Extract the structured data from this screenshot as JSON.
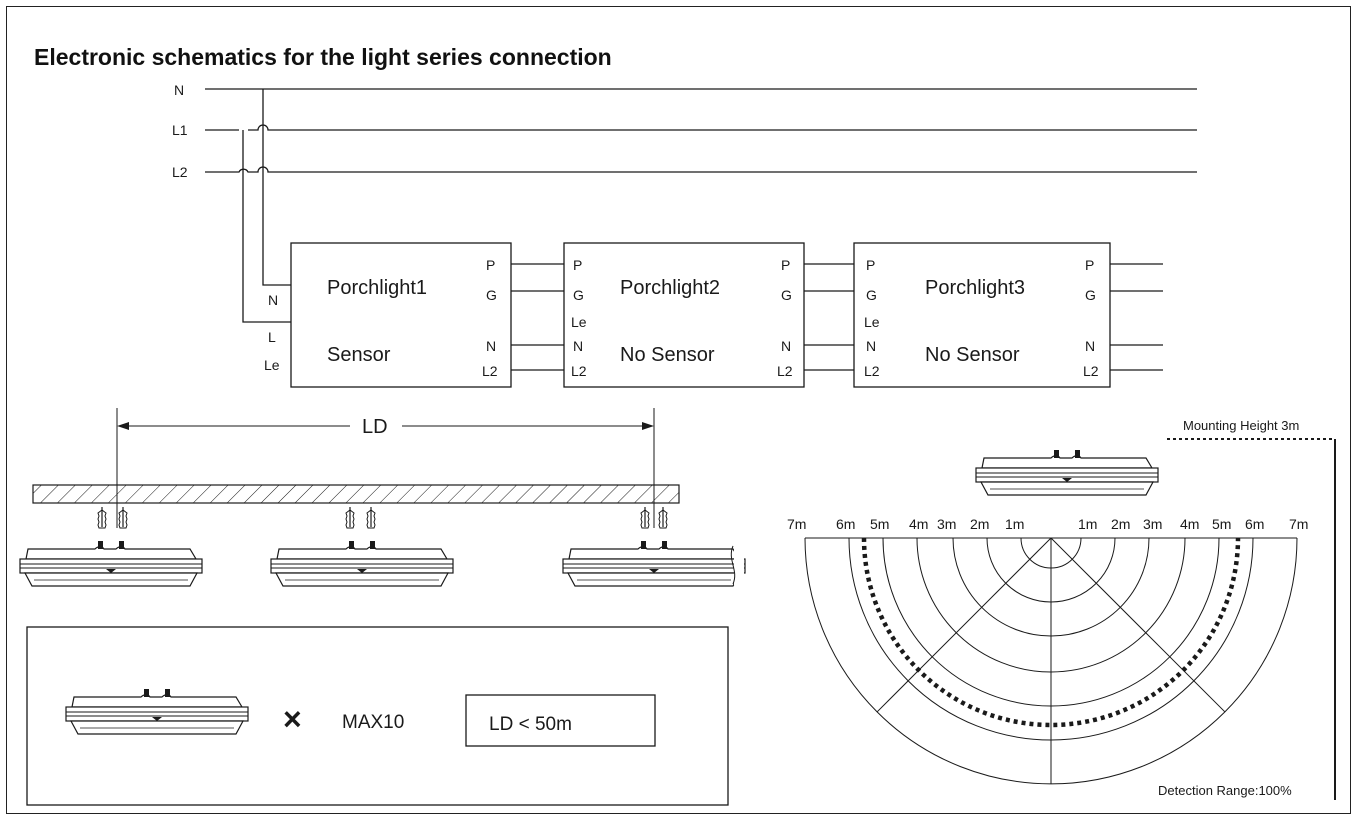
{
  "title": "Electronic schematics for the light series connection",
  "bus_lines": [
    "N",
    "L1",
    "L2"
  ],
  "porchlights": [
    {
      "name": "Porchlight1",
      "mode": "Sensor",
      "left_terminals": [
        "N",
        "L",
        "Le"
      ],
      "right_terminals": [
        "P",
        "G",
        "N",
        "L2"
      ]
    },
    {
      "name": "Porchlight2",
      "mode": "No Sensor",
      "left_terminals": [
        "P",
        "G",
        "Le",
        "N",
        "L2"
      ],
      "right_terminals": [
        "P",
        "G",
        "N",
        "L2"
      ]
    },
    {
      "name": "Porchlight3",
      "mode": "No Sensor",
      "left_terminals": [
        "P",
        "G",
        "Le",
        "N",
        "L2"
      ],
      "right_terminals": [
        "P",
        "G",
        "N",
        "L2"
      ]
    }
  ],
  "spacing_label": "LD",
  "limits": {
    "count_symbol": "×",
    "count": "MAX10",
    "distance": "LD < 50m"
  },
  "detection": {
    "mounting_height": "Mounting Height 3m",
    "detection_range": "Detection Range:100%",
    "range_labels_left": [
      "7m",
      "6m",
      "5m",
      "4m",
      "3m",
      "2m",
      "1m"
    ],
    "range_labels_right": [
      "1m",
      "2m",
      "3m",
      "4m",
      "5m",
      "6m",
      "7m"
    ]
  }
}
